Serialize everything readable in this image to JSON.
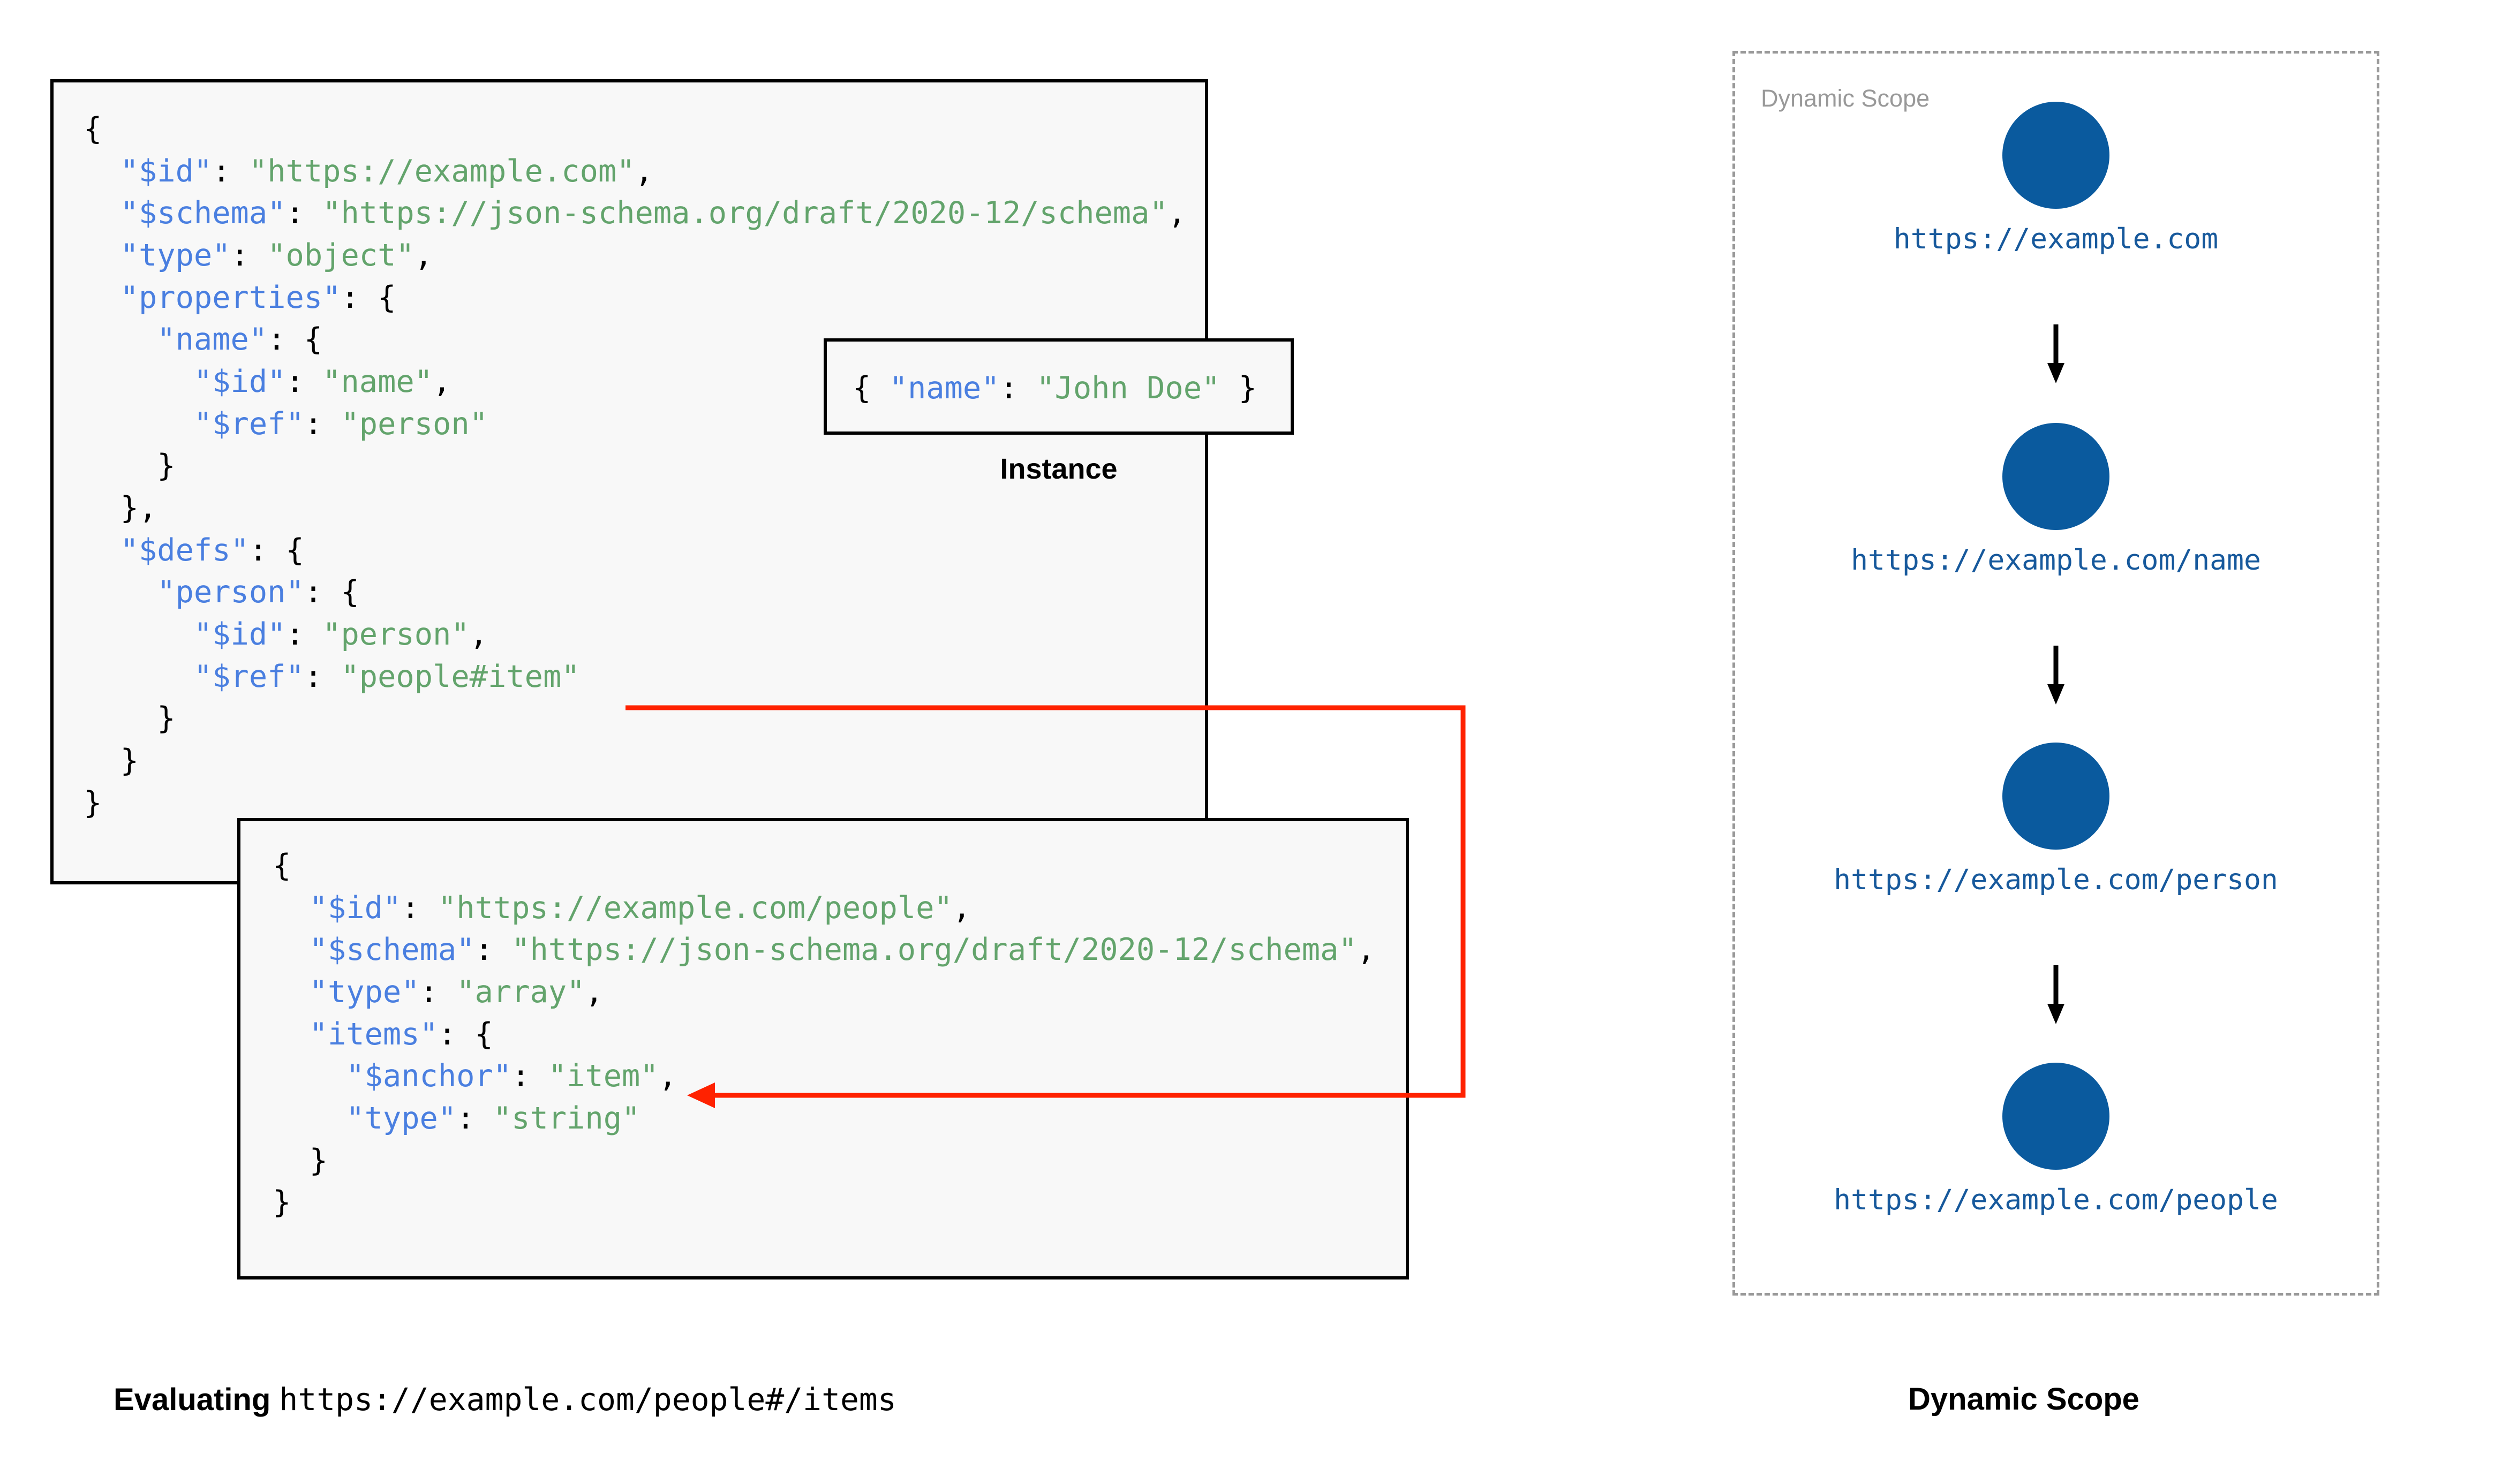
{
  "colors": {
    "code_key": "#4a7fe0",
    "code_string": "#63a46c",
    "code_punct": "#000000",
    "box_border": "#000000",
    "box_fill": "#f8f8f8",
    "ref_arrow": "#ff2200",
    "scope_circle": "#0a5a9e",
    "scope_label": "#17599c",
    "scope_border": "#999999",
    "scope_title": "#999999"
  },
  "root_schema": {
    "lines": [
      [
        {
          "t": "{",
          "c": "punct"
        }
      ],
      [
        {
          "t": "  ",
          "c": "punct"
        },
        {
          "t": "\"$id\"",
          "c": "key"
        },
        {
          "t": ": ",
          "c": "punct"
        },
        {
          "t": "\"https://example.com\"",
          "c": "str"
        },
        {
          "t": ",",
          "c": "punct"
        }
      ],
      [
        {
          "t": "  ",
          "c": "punct"
        },
        {
          "t": "\"$schema\"",
          "c": "key"
        },
        {
          "t": ": ",
          "c": "punct"
        },
        {
          "t": "\"https://json-schema.org/draft/2020-12/schema\"",
          "c": "str"
        },
        {
          "t": ",",
          "c": "punct"
        }
      ],
      [
        {
          "t": "  ",
          "c": "punct"
        },
        {
          "t": "\"type\"",
          "c": "key"
        },
        {
          "t": ": ",
          "c": "punct"
        },
        {
          "t": "\"object\"",
          "c": "str"
        },
        {
          "t": ",",
          "c": "punct"
        }
      ],
      [
        {
          "t": "  ",
          "c": "punct"
        },
        {
          "t": "\"properties\"",
          "c": "key"
        },
        {
          "t": ": {",
          "c": "punct"
        }
      ],
      [
        {
          "t": "    ",
          "c": "punct"
        },
        {
          "t": "\"name\"",
          "c": "key"
        },
        {
          "t": ": {",
          "c": "punct"
        }
      ],
      [
        {
          "t": "      ",
          "c": "punct"
        },
        {
          "t": "\"$id\"",
          "c": "key"
        },
        {
          "t": ": ",
          "c": "punct"
        },
        {
          "t": "\"name\"",
          "c": "str"
        },
        {
          "t": ",",
          "c": "punct"
        }
      ],
      [
        {
          "t": "      ",
          "c": "punct"
        },
        {
          "t": "\"$ref\"",
          "c": "key"
        },
        {
          "t": ": ",
          "c": "punct"
        },
        {
          "t": "\"person\"",
          "c": "str"
        }
      ],
      [
        {
          "t": "    }",
          "c": "punct"
        }
      ],
      [
        {
          "t": "  },",
          "c": "punct"
        }
      ],
      [
        {
          "t": "  ",
          "c": "punct"
        },
        {
          "t": "\"$defs\"",
          "c": "key"
        },
        {
          "t": ": {",
          "c": "punct"
        }
      ],
      [
        {
          "t": "    ",
          "c": "punct"
        },
        {
          "t": "\"person\"",
          "c": "key"
        },
        {
          "t": ": {",
          "c": "punct"
        }
      ],
      [
        {
          "t": "      ",
          "c": "punct"
        },
        {
          "t": "\"$id\"",
          "c": "key"
        },
        {
          "t": ": ",
          "c": "punct"
        },
        {
          "t": "\"person\"",
          "c": "str"
        },
        {
          "t": ",",
          "c": "punct"
        }
      ],
      [
        {
          "t": "      ",
          "c": "punct"
        },
        {
          "t": "\"$ref\"",
          "c": "key"
        },
        {
          "t": ": ",
          "c": "punct"
        },
        {
          "t": "\"people#item\"",
          "c": "str"
        }
      ],
      [
        {
          "t": "    }",
          "c": "punct"
        }
      ],
      [
        {
          "t": "  }",
          "c": "punct"
        }
      ],
      [
        {
          "t": "}",
          "c": "punct"
        }
      ]
    ]
  },
  "instance": {
    "caption": "Instance",
    "lines": [
      [
        {
          "t": "{ ",
          "c": "punct"
        },
        {
          "t": "\"name\"",
          "c": "key"
        },
        {
          "t": ": ",
          "c": "punct"
        },
        {
          "t": "\"John Doe\"",
          "c": "str"
        },
        {
          "t": " }",
          "c": "punct"
        }
      ]
    ]
  },
  "people_schema": {
    "lines": [
      [
        {
          "t": "{",
          "c": "punct"
        }
      ],
      [
        {
          "t": "  ",
          "c": "punct"
        },
        {
          "t": "\"$id\"",
          "c": "key"
        },
        {
          "t": ": ",
          "c": "punct"
        },
        {
          "t": "\"https://example.com/people\"",
          "c": "str"
        },
        {
          "t": ",",
          "c": "punct"
        }
      ],
      [
        {
          "t": "  ",
          "c": "punct"
        },
        {
          "t": "\"$schema\"",
          "c": "key"
        },
        {
          "t": ": ",
          "c": "punct"
        },
        {
          "t": "\"https://json-schema.org/draft/2020-12/schema\"",
          "c": "str"
        },
        {
          "t": ",",
          "c": "punct"
        }
      ],
      [
        {
          "t": "  ",
          "c": "punct"
        },
        {
          "t": "\"type\"",
          "c": "key"
        },
        {
          "t": ": ",
          "c": "punct"
        },
        {
          "t": "\"array\"",
          "c": "str"
        },
        {
          "t": ",",
          "c": "punct"
        }
      ],
      [
        {
          "t": "  ",
          "c": "punct"
        },
        {
          "t": "\"items\"",
          "c": "key"
        },
        {
          "t": ": {",
          "c": "punct"
        }
      ],
      [
        {
          "t": "    ",
          "c": "punct"
        },
        {
          "t": "\"$anchor\"",
          "c": "key"
        },
        {
          "t": ": ",
          "c": "punct"
        },
        {
          "t": "\"item\"",
          "c": "str"
        },
        {
          "t": ",",
          "c": "punct"
        }
      ],
      [
        {
          "t": "    ",
          "c": "punct"
        },
        {
          "t": "\"type\"",
          "c": "key"
        },
        {
          "t": ": ",
          "c": "punct"
        },
        {
          "t": "\"string\"",
          "c": "str"
        }
      ],
      [
        {
          "t": "  }",
          "c": "punct"
        }
      ],
      [
        {
          "t": "}",
          "c": "punct"
        }
      ]
    ]
  },
  "captions": {
    "left_bold": "Evaluating",
    "left_mono": "https://example.com/people#/items",
    "right": "Dynamic Scope"
  },
  "dynamic_scope": {
    "title": "Dynamic Scope",
    "nodes": [
      {
        "label": "https://example.com"
      },
      {
        "label": "https://example.com/name"
      },
      {
        "label": "https://example.com/person"
      },
      {
        "label": "https://example.com/people"
      }
    ]
  }
}
